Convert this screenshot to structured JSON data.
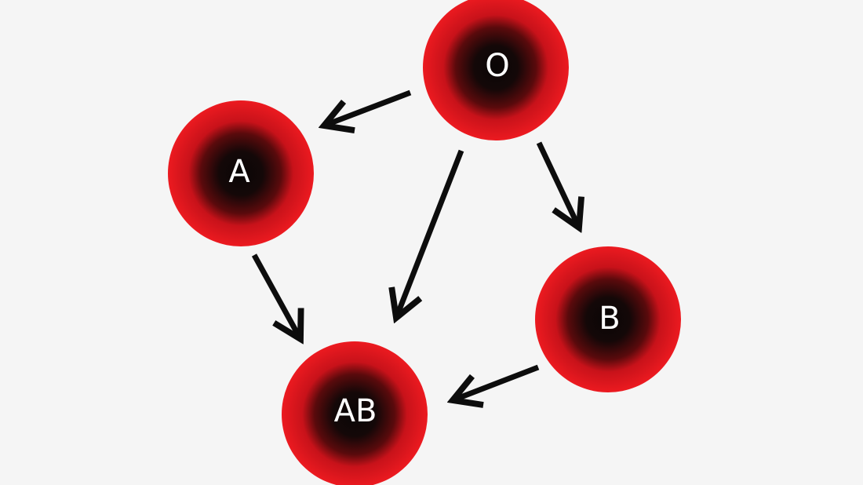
{
  "colors": {
    "background": "#f5f5f5",
    "cell_rim": "#e8141c",
    "cell_core": "#0a0606",
    "label": "#ffffff",
    "arrow": "#0d0d0d"
  },
  "nodes": [
    {
      "id": "o",
      "label": "O"
    },
    {
      "id": "a",
      "label": "A"
    },
    {
      "id": "b",
      "label": "B"
    },
    {
      "id": "ab",
      "label": "AB"
    }
  ],
  "edges": [
    {
      "from": "o",
      "to": "a"
    },
    {
      "from": "o",
      "to": "ab"
    },
    {
      "from": "o",
      "to": "b"
    },
    {
      "from": "a",
      "to": "ab"
    },
    {
      "from": "b",
      "to": "ab"
    }
  ]
}
